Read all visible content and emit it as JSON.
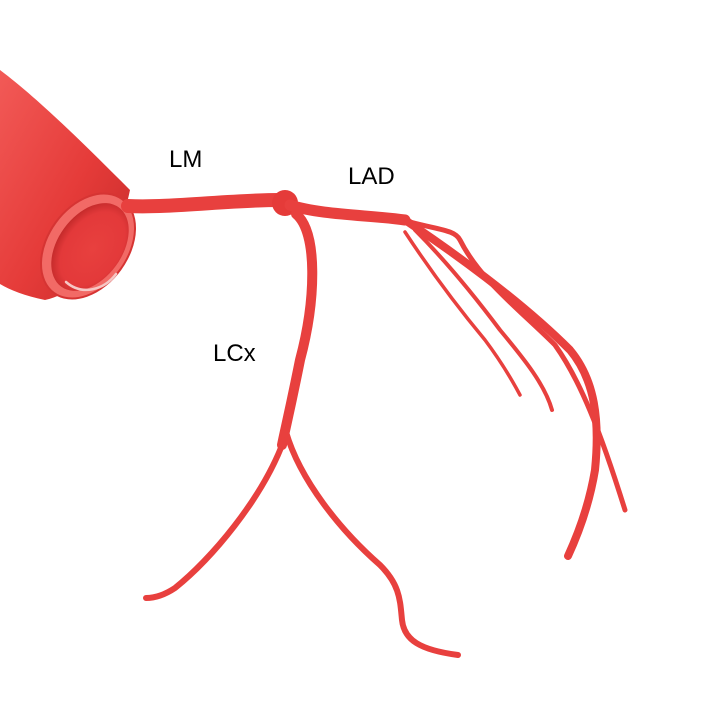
{
  "labels": {
    "lm": "LM",
    "lad": "LAD",
    "lcx": "LCx"
  },
  "colors": {
    "vessel": "#e8403e",
    "vessel_dark": "#c92a2a",
    "vessel_light": "#f46a66",
    "background": "#ffffff"
  }
}
